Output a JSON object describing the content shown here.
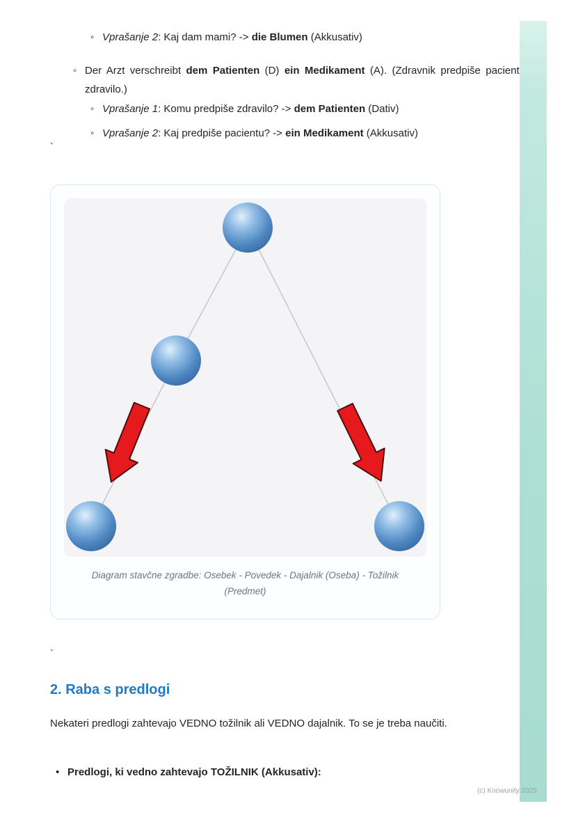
{
  "glyphs": {
    "hollow_bullet": "◦",
    "filled_bullet": "•",
    "backtick_1": "`",
    "backtick_2": "`"
  },
  "list": {
    "q2_flowers": {
      "italic": "Vprašanje 2",
      "mid": ": Kaj dam mami? -> ",
      "bold": "die Blumen",
      "tail": " (Akkusativ)"
    },
    "arzt": {
      "pre": "Der Arzt verschreibt ",
      "bold1": "dem Patienten",
      "mid": " (D) ",
      "bold2": "ein Medikament",
      "tail": " (A). (Zdravnik predpiše pacientu zdravilo.)"
    },
    "q1_patient": {
      "italic": "Vprašanje 1",
      "mid": ": Komu predpiše zdravilo? -> ",
      "bold": "dem Patienten",
      "tail": " (Dativ)"
    },
    "q2_medikament": {
      "italic": "Vprašanje 2",
      "mid": ": Kaj predpiše pacientu? -> ",
      "bold": "ein Medikament",
      "tail": " (Akkusativ)"
    }
  },
  "figure": {
    "caption": "Diagram stavčne zgradbe: Osebek - Povedek - Dajalnik (Oseba) - Tožilnik (Predmet)"
  },
  "section": {
    "heading": "2. Raba s predlogi",
    "paragraph": "Nekateri predlogi zahtevajo VEDNO tožilnik ali VEDNO dajalnik. To se je treba naučiti.",
    "bullet": "Predlogi, ki vedno zahtevajo TOŽILNIK (Akkusativ):"
  },
  "footer": {
    "copyright": "(c) Knowunity 2025"
  },
  "colors": {
    "heading_blue": "#2279c8",
    "sidebar_teal": "#aedfd4",
    "arrow_red": "#e6191c",
    "sphere_blue": "#3b6ea8",
    "connector_gray": "#c4c6c8",
    "caption_gray": "#6e7480"
  }
}
